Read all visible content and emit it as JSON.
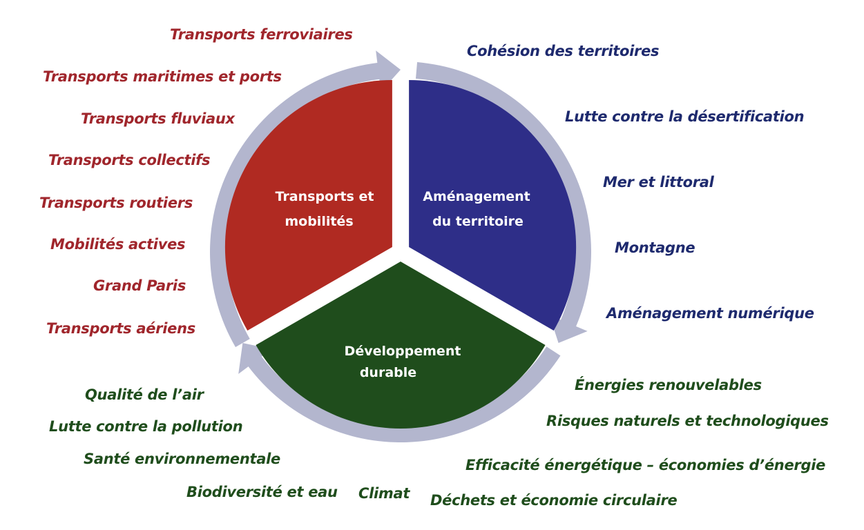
{
  "segments": {
    "transports": {
      "line1": "Transports et",
      "line2": "mobilités",
      "color": "#b02a22"
    },
    "amenagement": {
      "line1": "Aménagement",
      "line2": "du territoire",
      "color": "#2e2e88"
    },
    "developpement": {
      "line1": "Développement",
      "line2": "durable",
      "color": "#1f4d1c"
    }
  },
  "ring_color": "#b3b6ce",
  "transports_topics": [
    "Transports ferroviaires",
    "Transports maritimes et ports",
    "Transports fluviaux",
    "Transports collectifs",
    "Transports routiers",
    "Mobilités actives",
    "Grand Paris",
    "Transports aériens"
  ],
  "amenagement_topics": [
    "Cohésion des territoires",
    "Lutte contre la désertification",
    "Mer et littoral",
    "Montagne",
    "Aménagement numérique"
  ],
  "developpement_topics_left": [
    "Qualité de l’air",
    "Lutte contre la pollution",
    "Santé environnementale",
    "Biodiversité et eau",
    "Climat"
  ],
  "developpement_topics_right": [
    "Énergies renouvelables",
    "Risques naturels et technologiques",
    "Efficacité énergétique – économies d’énergie",
    "Déchets et économie circulaire"
  ]
}
